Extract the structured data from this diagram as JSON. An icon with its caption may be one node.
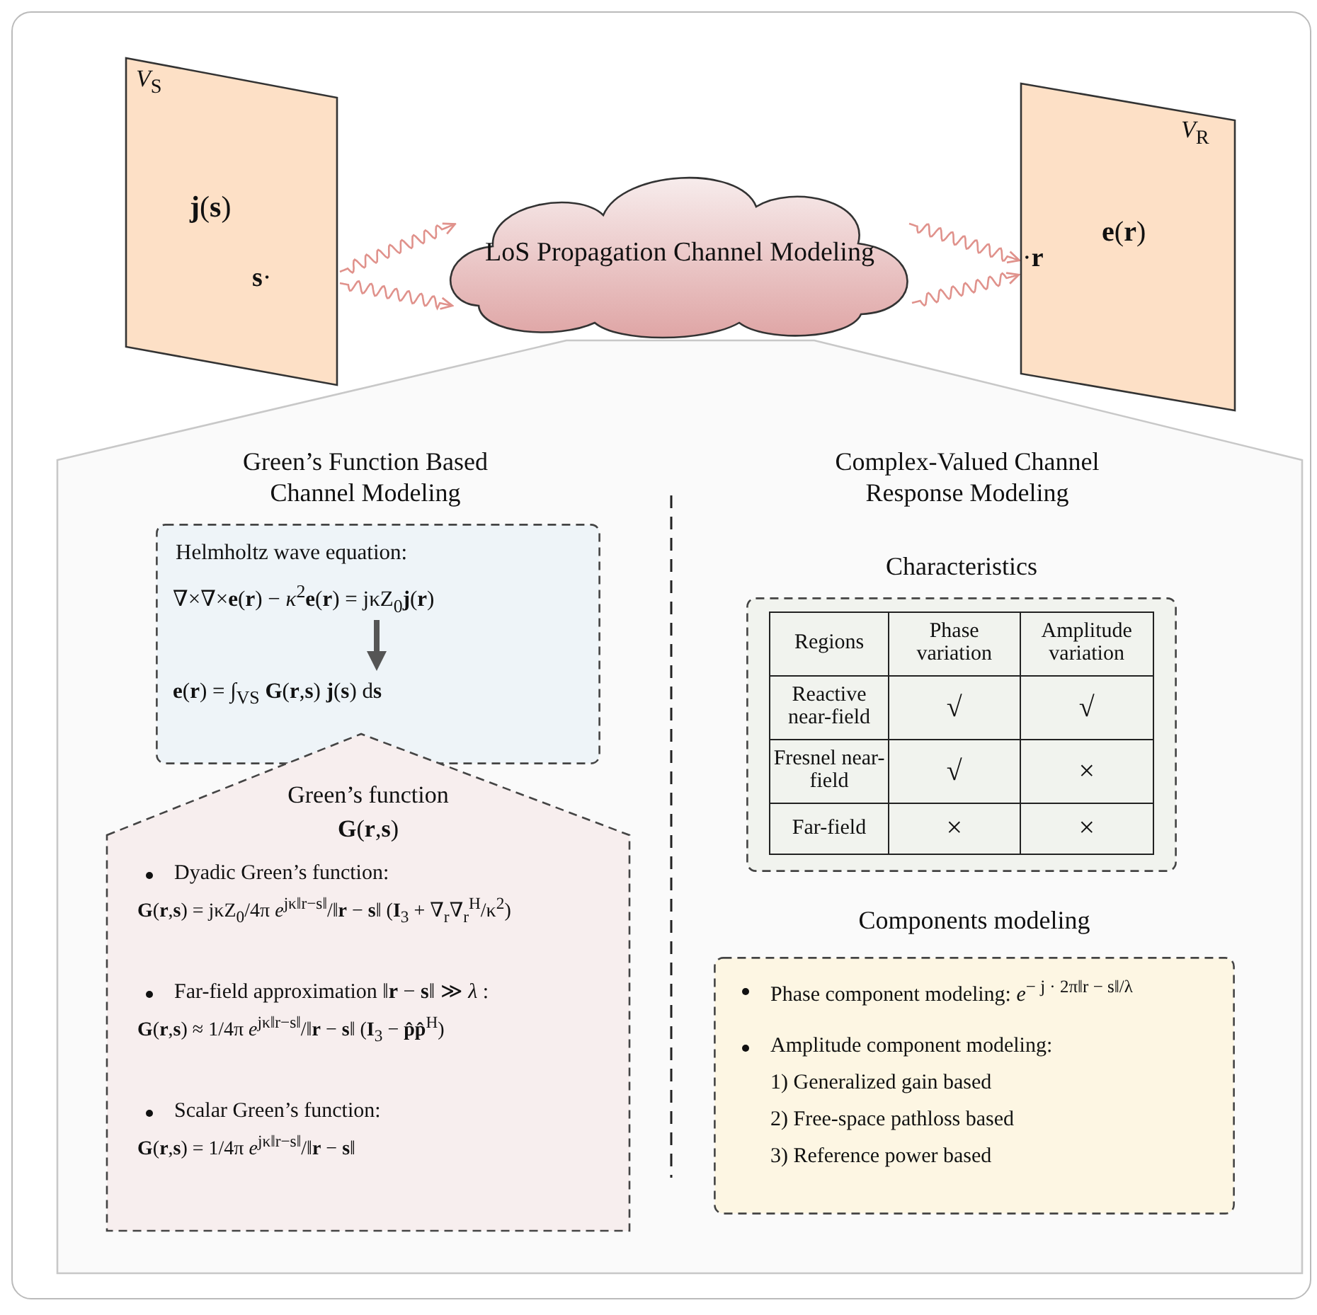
{
  "diagram": {
    "nodes": [
      {
        "text": [
          "*V*$_{S}$",
          "**j**(**s**)",
          "**s**·"
        ]
      },
      {
        "text": [
          "LoS Propagation Channel Modeling"
        ]
      },
      {
        "text": [
          "*V*$_{R}$",
          "**e**(**r**)",
          "·**r**"
        ]
      },
      {
        "text": [
          "Green’s Function Based Channel Modeling",
          "Complex-Valued Channel Response Modeling"
        ]
      },
      {
        "text": [
          "Helmholtz wave equation:",
          "∇×∇×**e**(**r**) − *κ*$^{2}$**e**(**r**) = jκZ$_{0}$**j**(**r**)",
          "**e**(**r**) = ∫$_{VS}$ **G**(**r**,**s**) **j**(**s**) d**s**"
        ],
        "in": 3
      },
      {
        "text": [
          "Green’s function",
          "**G**(**r**,**s**)",
          "Dyadic Green’s function:",
          "**G**(**r**,**s**) = jκZ$_{0}$/4π *e*$^{jκ‖r−s‖}$/‖**r** − **s**‖ (**I**$_{3}$ + ∇$_{r}$∇$_{r}$$^{H}$/κ$^{2}$)",
          "Far-field approximation ‖**r** − **s**‖ ≫ *λ* :",
          "**G**(**r**,**s**) ≈ 1/4π *e*$^{jκ‖r−s‖}$/‖**r** − **s**‖ (**I**$_{3}$ − **p̂p̂**$^{H}$)",
          "Scalar Green’s function:",
          "**G**(**r**,**s**) = 1/4π *e*$^{jκ‖r−s‖}$/‖**r** − **s**‖"
        ],
        "in": 3
      },
      {
        "text": [
          "Characteristics"
        ],
        "in": 3
      },
      {
        "text": [
          "Components modeling",
          "Phase component modeling: *e*$^{− j · 2π‖r − s‖/λ}$",
          "Amplitude component modeling:",
          "1) Generalized gain based",
          "2) Free-space pathloss based",
          "3) Reference power based"
        ],
        "in": 3
      }
    ],
    "edges": [
      {
        "from": 0,
        "to": 1,
        "arrow": "to"
      },
      {
        "from": 0,
        "to": 1,
        "arrow": "to"
      },
      {
        "from": 1,
        "to": 2,
        "arrow": "to"
      },
      {
        "from": 1,
        "to": 2,
        "arrow": "to"
      }
    ],
    "labels": [
      "Regions",
      "Phase variation",
      "Amplitude variation",
      "Reactive near-field",
      "√",
      "√",
      "Fresnel near-field",
      "√",
      "×",
      "Far-field",
      "×",
      "×"
    ]
  }
}
